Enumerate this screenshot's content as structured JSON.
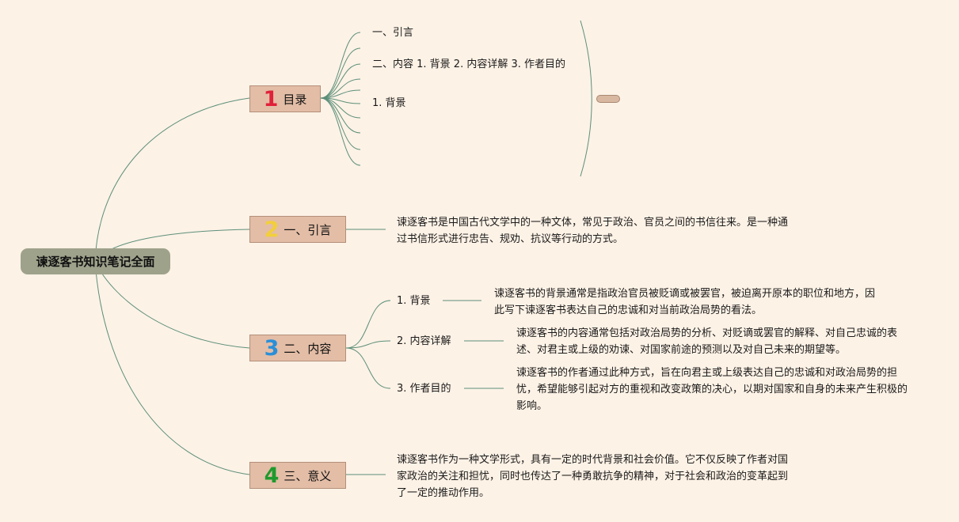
{
  "root": {
    "title": "谏逐客书知识笔记全面"
  },
  "topics": [
    {
      "number": "1",
      "label": "目录",
      "number_color": "#e0213a"
    },
    {
      "number": "2",
      "label": "一、引言",
      "number_color": "#f2cf3b"
    },
    {
      "number": "3",
      "label": "二、内容",
      "number_color": "#2a8fd8"
    },
    {
      "number": "4",
      "label": "三、意义",
      "number_color": "#1f9a2e"
    }
  ],
  "toc_items": [
    "一、引言",
    "二、内容 1. 背景 2. 内容详解 3. 作者目的",
    "1. 背景"
  ],
  "intro_text": "谏逐客书是中国古代文学中的一种文体，常见于政治、官员之间的书信往来。是一种通过书信形式进行忠告、规劝、抗议等行动的方式。",
  "content_subtopics": [
    {
      "label": "1. 背景",
      "text": "谏逐客书的背景通常是指政治官员被贬谪或被罢官，被迫离开原本的职位和地方，因此写下谏逐客书表达自己的忠诚和对当前政治局势的看法。"
    },
    {
      "label": "2. 内容详解",
      "text": "谏逐客书的内容通常包括对政治局势的分析、对贬谪或罢官的解释、对自己忠诚的表述、对君主或上级的劝谏、对国家前途的预测以及对自己未来的期望等。"
    },
    {
      "label": "3. 作者目的",
      "text": "谏逐客书的作者通过此种方式，旨在向君主或上级表达自己的忠诚和对政治局势的担忧，希望能够引起对方的重视和改变政策的决心，以期对国家和自身的未来产生积极的影响。"
    }
  ],
  "meaning_text": "谏逐客书作为一种文学形式，具有一定的时代背景和社会价值。它不仅反映了作者对国家政治的关注和担忧，同时也传达了一种勇敢抗争的精神，对于社会和政治的变革起到了一定的推动作用。",
  "colors": {
    "background": "#fdf2e6",
    "connector": "#5c8f7a",
    "root_fill": "#9ea28b",
    "topic_fill": "#e3bda6"
  }
}
